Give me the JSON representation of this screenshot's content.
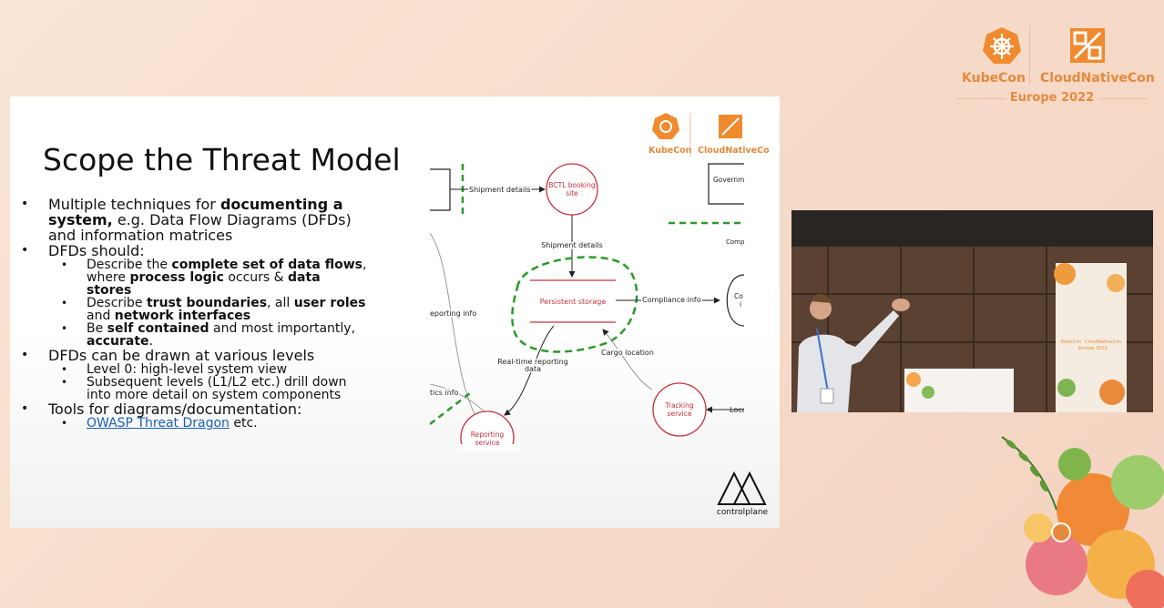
{
  "event": {
    "kubecon": "KubeCon",
    "cloudnativecon": "CloudNativeCon",
    "edition": "Europe 2022"
  },
  "slide": {
    "title": "Scope the Threat Model",
    "bullets": {
      "b1": {
        "a": "Multiple techniques for ",
        "b": "documenting a",
        "c": "system,",
        "d": " e.g. Data Flow Diagrams (DFDs)",
        "e": "and information matrices"
      },
      "b2": {
        "a": "DFDs should:"
      },
      "b2s1": {
        "a": "Describe the ",
        "b": "complete set of data flows",
        ",": ",",
        "c": "where ",
        "d": "process logic",
        "e": " occurs & ",
        "f": "data",
        "g": "stores"
      },
      "b2s2": {
        "a": "Describe ",
        "b": "trust boundaries",
        ",": ", all ",
        "c": "user roles",
        "d": "and ",
        "e": "network interfaces"
      },
      "b2s3": {
        "a": "Be ",
        "b": "self contained",
        "c": " and most importantly,",
        "d": "accurate",
        "e": "."
      },
      "b3": {
        "a": "DFDs can be drawn at various levels"
      },
      "b3s1": {
        "a": "Level 0: high-level system view"
      },
      "b3s2": {
        "a": "Subsequent levels (L1/L2 etc.) drill down",
        "b": "into more detail on system components"
      },
      "b4": {
        "a": "Tools for diagrams/documentation:"
      },
      "b4s1": {
        "link": "OWASP Threat Dragon",
        "rest": " etc."
      }
    },
    "diagram": {
      "shipment_details_1": "Shipment details",
      "bctl_line1": "BCTL booking",
      "bctl_line2": "site",
      "government": "Governm",
      "comp": "Comp",
      "shipment_details_2": "Shipment details",
      "persistent_storage": "Persistent storage",
      "compliance_info": "Compliance info",
      "co_line1": "Co",
      "co_line2": "i",
      "reporting_info": "eporting info",
      "cargo_location": "Cargo location",
      "realtime_1": "Real-time reporting",
      "realtime_2": "data",
      "tics_info": "tics info",
      "tracking_1": "Tracking",
      "tracking_2": "service",
      "loca": "Loca",
      "reporting_1": "Reporting",
      "reporting_2": "service"
    },
    "logo_text": "controlplane"
  },
  "video_banner": {
    "kubecon": "KubeCon",
    "cloudnativecon": "CloudNativeCon",
    "edition": "Europe 2022"
  },
  "colors": {
    "accent": "#e58a3c",
    "dfd_red": "#c8303a",
    "boundary_green": "#2a9a2a",
    "link": "#1a5fb4"
  }
}
